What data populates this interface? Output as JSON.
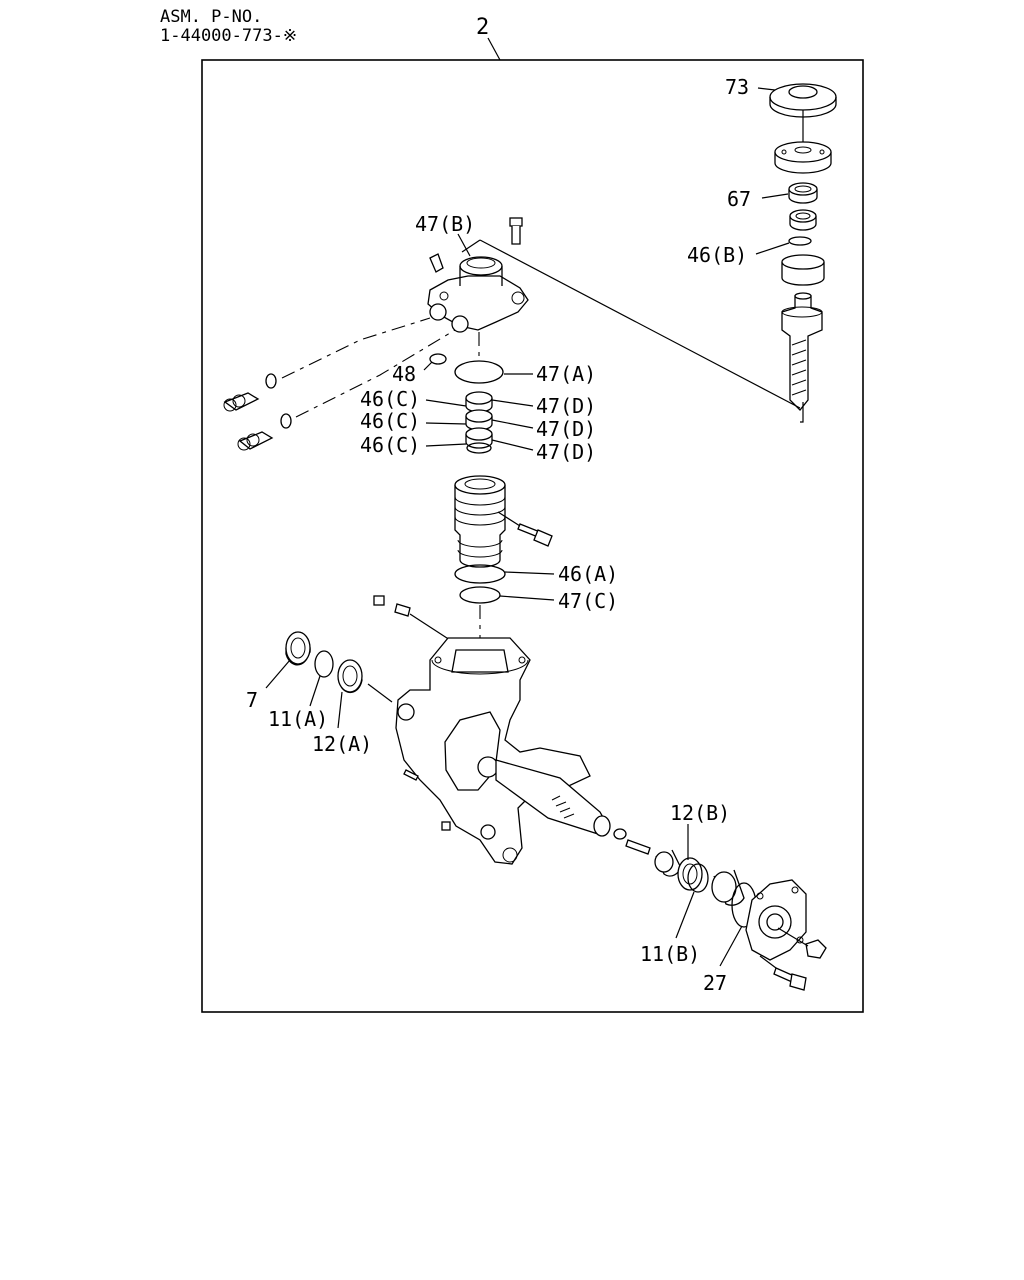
{
  "header": {
    "asm_label": "ASM. P-NO.",
    "asm_number": "1-44000-773-※",
    "assembly_ref": "2"
  },
  "callouts": {
    "c73": "73",
    "c67": "67",
    "c46b": "46(B)",
    "c47b": "47(B)",
    "c48": "48",
    "c47a": "47(A)",
    "c46c_1": "46(C)",
    "c47d_1": "47(D)",
    "c46c_2": "46(C)",
    "c47d_2": "47(D)",
    "c46c_3": "46(C)",
    "c47d_3": "47(D)",
    "c46a": "46(A)",
    "c47c": "47(C)",
    "c7": "7",
    "c11a": "11(A)",
    "c12a": "12(A)",
    "c12b": "12(B)",
    "c11b": "11(B)",
    "c27": "27"
  }
}
